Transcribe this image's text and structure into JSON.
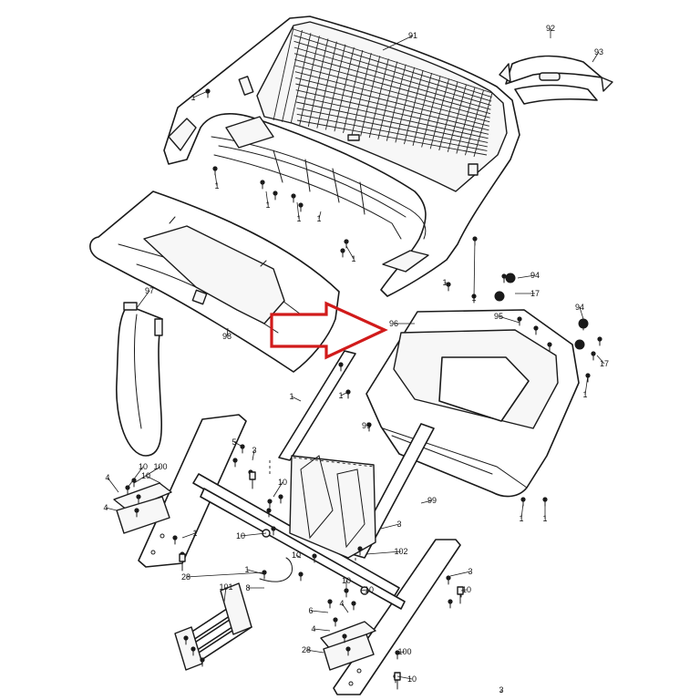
{
  "arrow": {
    "color": "#d11a1a"
  },
  "callouts": [
    "91",
    "92",
    "93",
    "1",
    "1",
    "1",
    "1",
    "1",
    "1",
    "94",
    "17",
    "96",
    "95",
    "94",
    "17",
    "97",
    "98",
    "1",
    "1",
    "99",
    "1",
    "1",
    "5",
    "3",
    "10",
    "100",
    "4",
    "4",
    "10",
    "10",
    "10",
    "1",
    "28",
    "10",
    "3",
    "102",
    "99",
    "1",
    "1",
    "1",
    "1",
    "8",
    "101",
    "6",
    "4",
    "10",
    "4",
    "10",
    "28",
    "100",
    "10",
    "3",
    "10",
    "3"
  ]
}
